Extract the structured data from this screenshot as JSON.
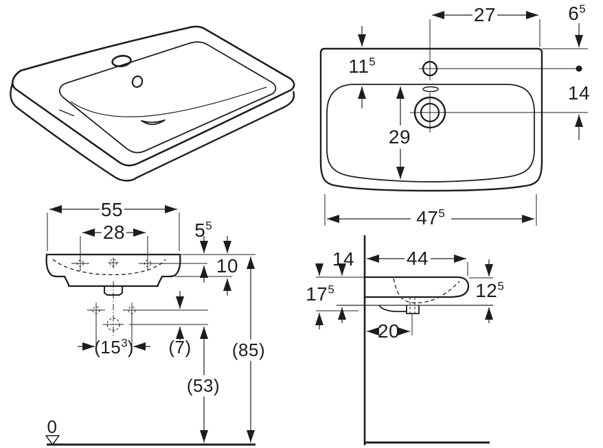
{
  "colors": {
    "ink": "#1d1d1b",
    "background": "#ffffff"
  },
  "dims": {
    "top": {
      "tap_setback": {
        "num": "27"
      },
      "edge_to_taphole": {
        "num": "6",
        "sup": "5"
      },
      "rim_to_bowl": {
        "num": "11",
        "sup": "5"
      },
      "taphole_to_drain": {
        "num": "14"
      },
      "bowl_length": {
        "num": "29"
      },
      "overall_width": {
        "num": "47",
        "sup": "5"
      }
    },
    "front": {
      "overall_width": {
        "num": "55"
      },
      "fixing_hole_spacing": {
        "num": "28"
      },
      "top_to_fixing_holes": {
        "num": "5",
        "sup": "5"
      },
      "top_to_apron": {
        "num": "10"
      },
      "supply_spacing": {
        "pre": "(",
        "num": "15",
        "sup": "3",
        "post": ")"
      },
      "supply_to_trap": {
        "pre": "(",
        "num": "7",
        "post": ")"
      },
      "floor_to_trap": {
        "pre": "(",
        "num": "53",
        "post": ")"
      },
      "floor_to_rim": {
        "pre": "(",
        "num": "85",
        "post": ")"
      },
      "datum_zero": {
        "num": "0"
      }
    },
    "side": {
      "top_to_back_bottom": {
        "num": "14"
      },
      "overall_depth": {
        "num": "44"
      },
      "top_to_supply": {
        "num": "17",
        "sup": "5"
      },
      "top_to_front_bottom": {
        "num": "12",
        "sup": "5"
      },
      "wall_to_trap": {
        "num": "20"
      }
    }
  }
}
